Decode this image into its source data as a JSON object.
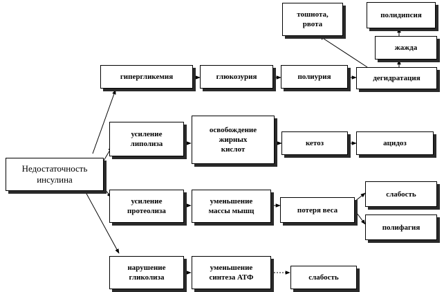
{
  "diagram": {
    "nodes": {
      "root": "Недостаточность инсулина",
      "hyperglycemia": "гипергликемия",
      "glucosuria": "глюкозурия",
      "polyuria": "полиурия",
      "dehydration": "дегидратация",
      "thirst": "жажда",
      "polydipsia": "полидипсия",
      "nausea": "тошнота,\nрвота",
      "lipolysis": "усиление\nлиполиза",
      "fatty_acids": "освобождение\nжирных\nкислот",
      "ketosis": "кетоз",
      "acidosis": "ацидоз",
      "proteolysis": "усиление\nпротеолиза",
      "muscle_loss": "уменьшение\nмассы мышц",
      "weight_loss": "потеря веса",
      "weakness_1": "слабость",
      "polyphagia": "полифагия",
      "glycolysis": "нарушение\nгликолиза",
      "atp": "уменьшение\nсинтеза АТФ",
      "weakness_2": "слабость"
    }
  }
}
